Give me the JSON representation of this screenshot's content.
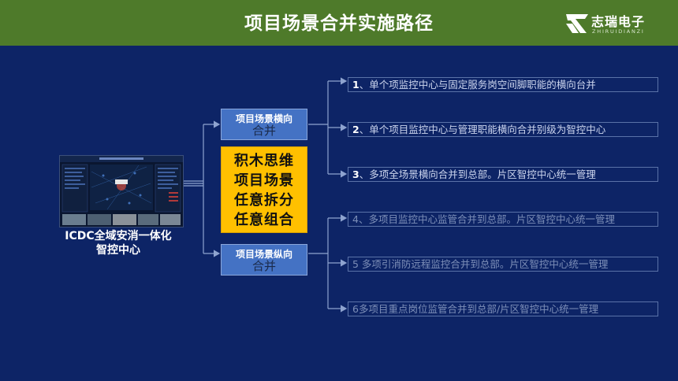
{
  "header": {
    "title": "项目场景合并实施路径"
  },
  "logo": {
    "name": "志瑞电子",
    "sub": "ZHIRUIDIANZI"
  },
  "platform": {
    "label_line1": "ICDC全域安消一体化",
    "label_line2": "智控中心"
  },
  "routes": {
    "horizontal": {
      "line1": "项目场景横向",
      "line2": "合并"
    },
    "vertical": {
      "line1": "项目场景纵向",
      "line2": "合并"
    }
  },
  "concept": {
    "lines": [
      "积木思维",
      "项目场景",
      "任意拆分",
      "任意组合"
    ]
  },
  "items": [
    {
      "num": "1",
      "text": "、单个项监控中心与固定服务岗空间脚职能的横向台并"
    },
    {
      "num": "2",
      "text": "、单个项目监控中心与管理职能横向合并别级为智控中心"
    },
    {
      "num": "3",
      "text": "、多项全场景横向合并到总部。片区智控中心统一管理"
    },
    {
      "num": "4",
      "text": "、多项目监控中心监管合并到总部。片区智控中心统一管理"
    },
    {
      "num": "5",
      "text": " 多项引消防远程监控合并到总部。片区智控中心统一管理"
    },
    {
      "num": "6",
      "text": "多项目重点岗位监管合并到总部/片区智控中心统一管理"
    }
  ],
  "colors": {
    "header_bg": "#4e7a2a",
    "page_bg": "#0d2466",
    "route_blue": "#4472c4",
    "concept_yellow": "#ffc000"
  }
}
